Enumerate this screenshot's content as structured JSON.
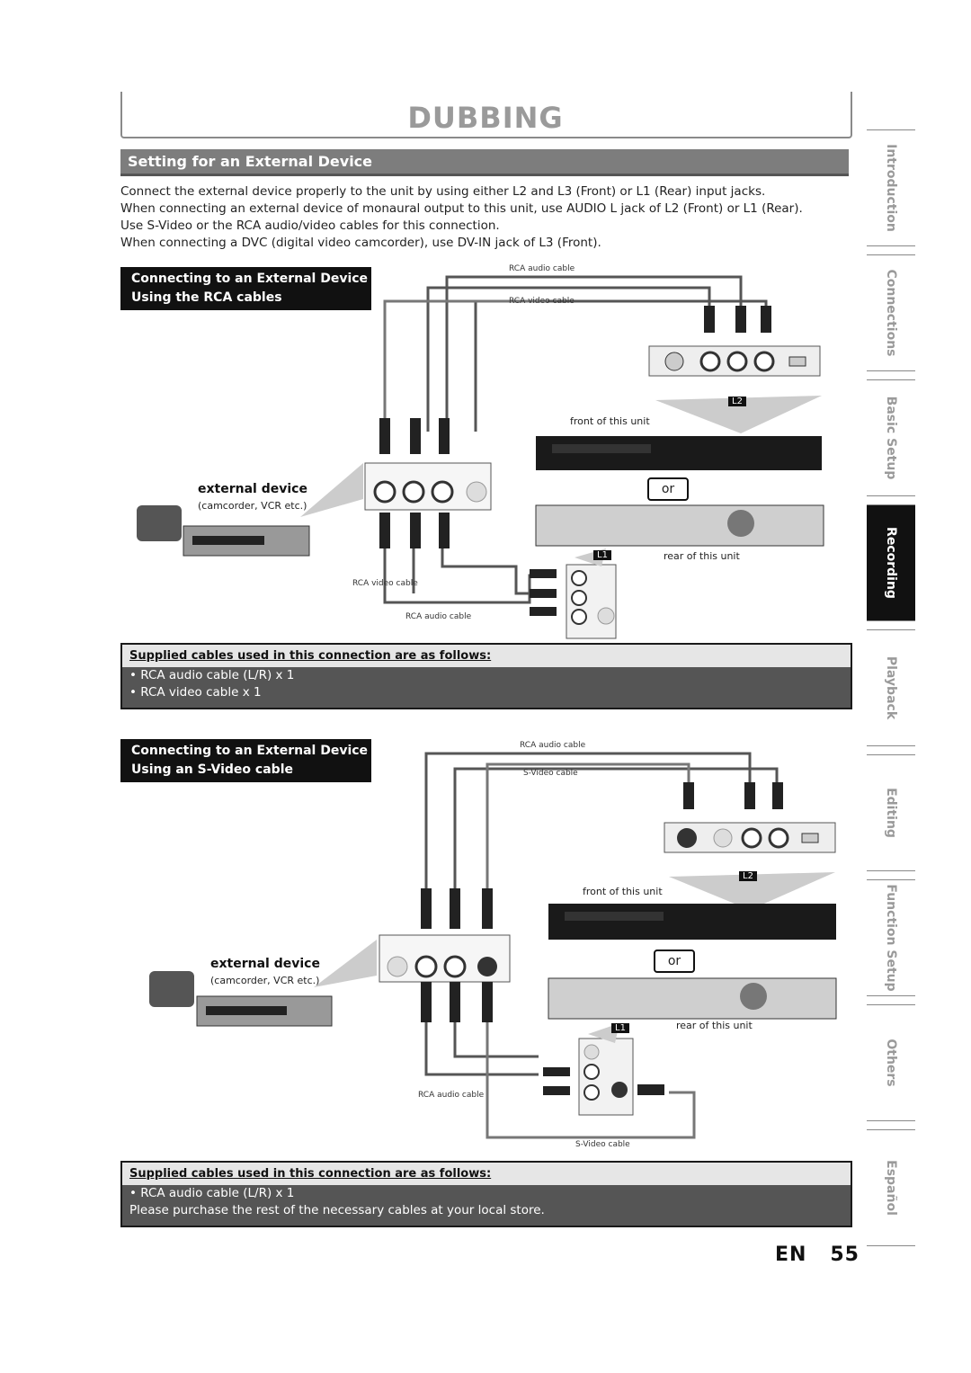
{
  "page_title": "DUBBING",
  "section_title": "Setting for an External Device",
  "intro_lines": [
    "Connect the external device properly to the unit by using either L2 and L3 (Front) or L1 (Rear) input jacks.",
    "When connecting an external device of monaural output to this unit, use AUDIO L jack of L2 (Front) or L1 (Rear).",
    "Use S-Video or the RCA audio/video cables for this connection.",
    "When connecting a DVC (digital video camcorder), use DV-IN jack of L3 (Front)."
  ],
  "rca_section": {
    "heading_line1": "Connecting to an External Device",
    "heading_line2": "Using the RCA cables",
    "labels": {
      "audio_top": "RCA audio cable",
      "video_top": "RCA video cable",
      "video_bottom": "RCA video cable",
      "audio_bottom": "RCA audio cable",
      "front": "front of this unit",
      "rear": "rear of this unit",
      "or": "or",
      "l2": "L2",
      "l1": "L1",
      "ext_device": "external device",
      "ext_sub": "(camcorder, VCR etc.)"
    },
    "supplied_header": "Supplied cables used in this connection are as follows:",
    "supplied_items": [
      "• RCA audio cable (L/R) x 1",
      "• RCA video cable x 1"
    ]
  },
  "svideo_section": {
    "heading_line1": "Connecting to an External Device",
    "heading_line2": "Using an S-Video cable",
    "labels": {
      "audio_top": "RCA audio cable",
      "svideo_top": "S-Video cable",
      "audio_bottom": "RCA audio cable",
      "svideo_bottom": "S-Video cable",
      "front": "front of this unit",
      "rear": "rear of this unit",
      "or": "or",
      "l2": "L2",
      "l1": "L1",
      "ext_device": "external device",
      "ext_sub": "(camcorder, VCR etc.)"
    },
    "supplied_header": "Supplied cables used in this connection are as follows:",
    "supplied_items": [
      "• RCA audio cable (L/R) x 1",
      "Please purchase the rest of the necessary cables at your local store."
    ]
  },
  "side_tabs": [
    "Introduction",
    "Connections",
    "Basic Setup",
    "Recording",
    "Playback",
    "Editing",
    "Function Setup",
    "Others",
    "Español"
  ],
  "active_tab": "Recording",
  "footer": {
    "lang": "EN",
    "page": "55"
  }
}
